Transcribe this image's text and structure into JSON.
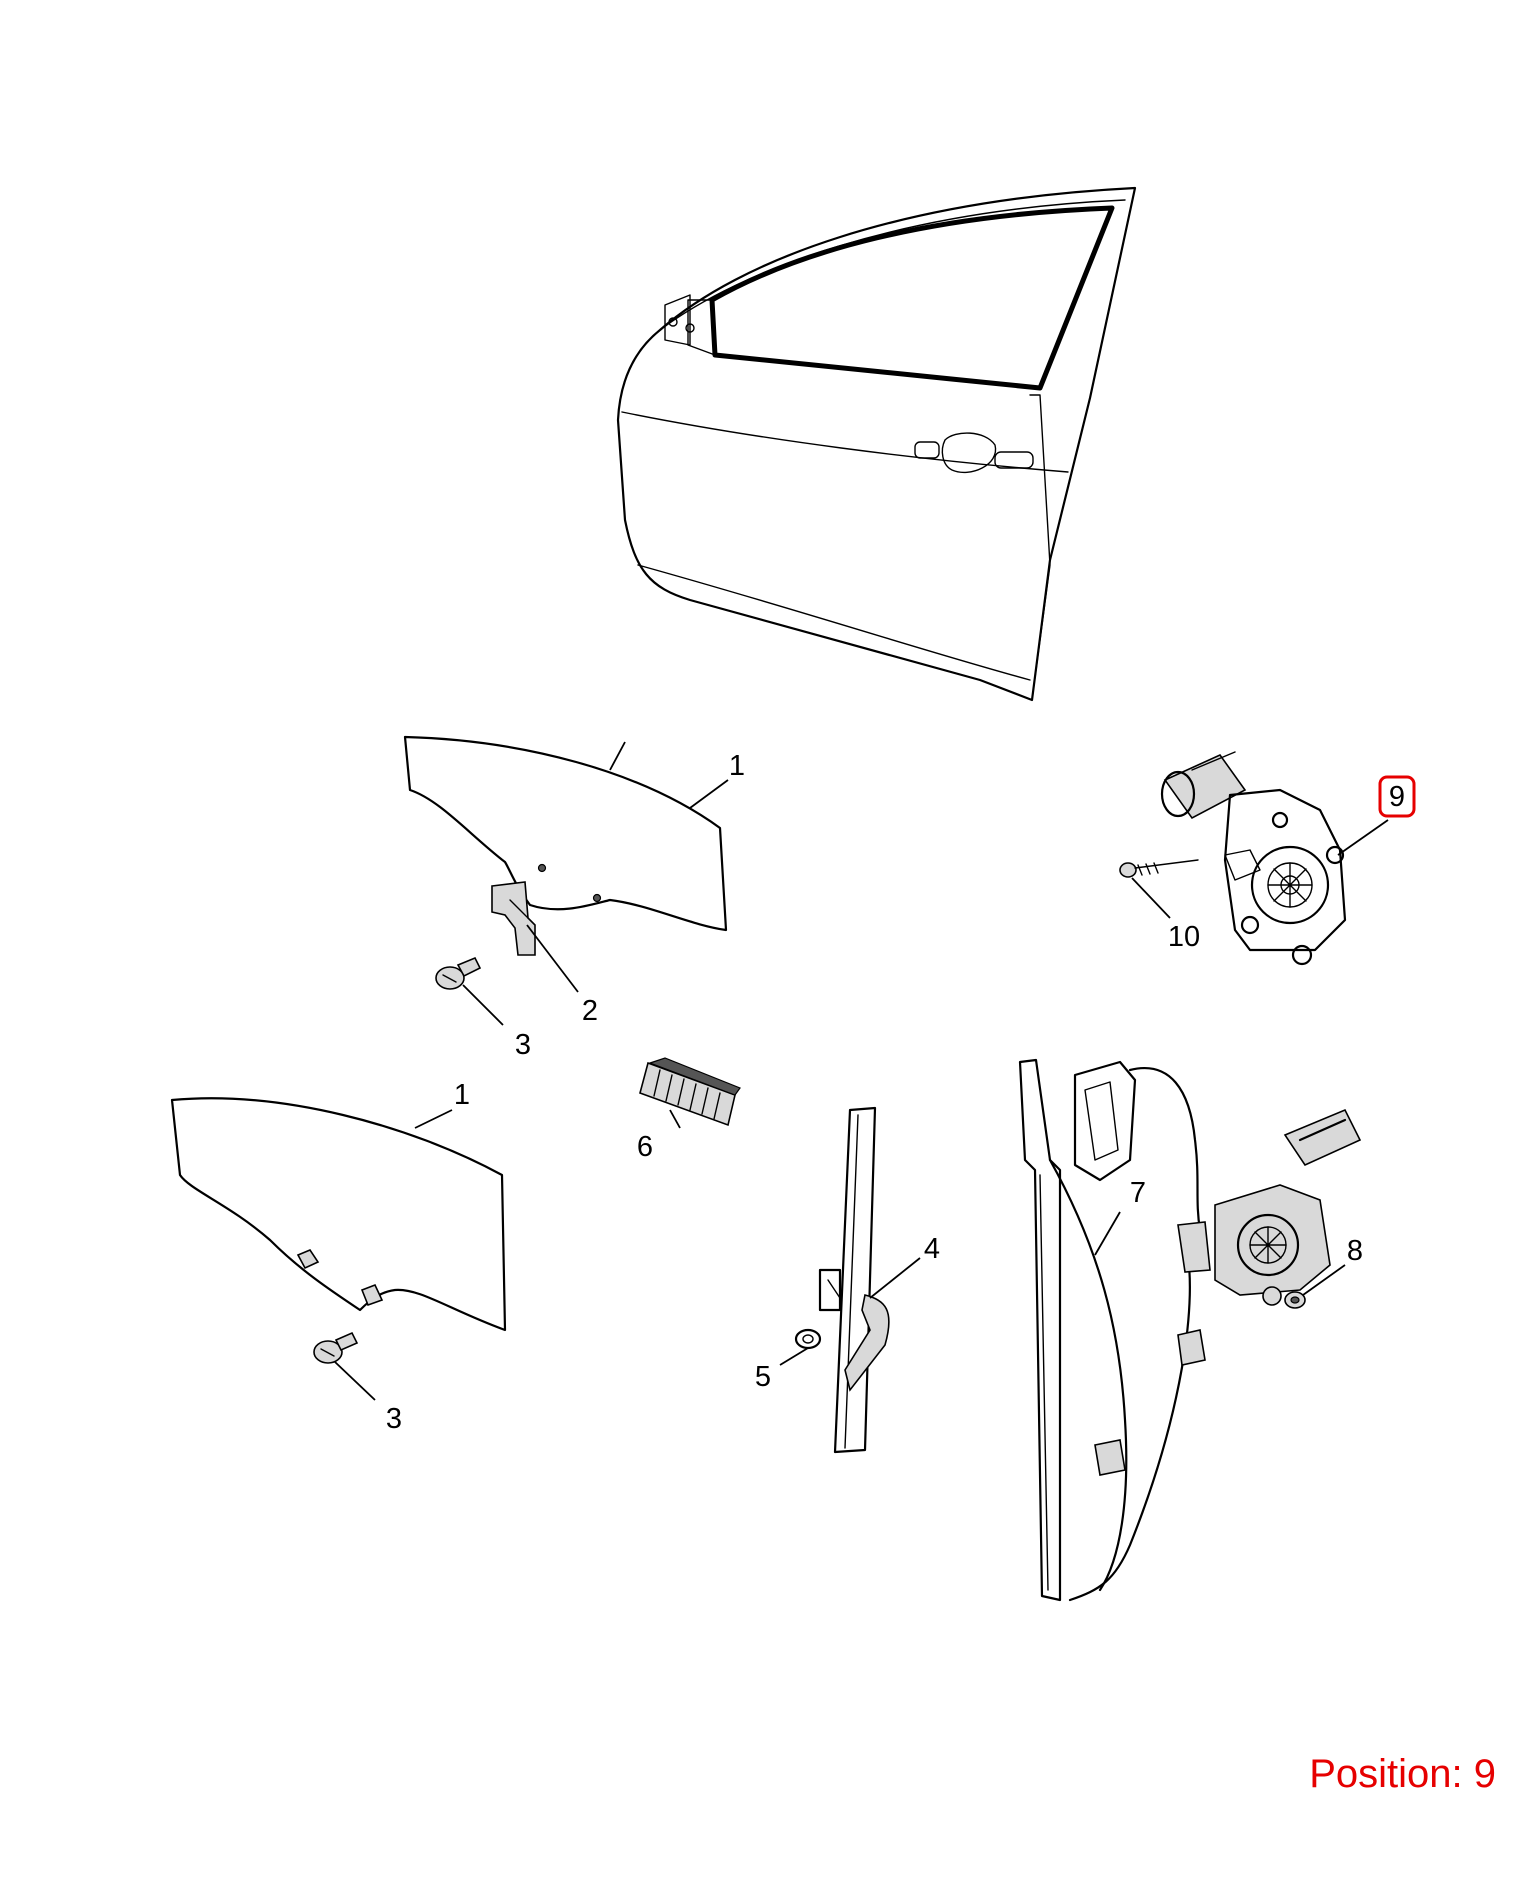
{
  "callouts": [
    {
      "id": "1a",
      "label": "1"
    },
    {
      "id": "1b",
      "label": "1"
    },
    {
      "id": "2",
      "label": "2"
    },
    {
      "id": "3a",
      "label": "3"
    },
    {
      "id": "3b",
      "label": "3"
    },
    {
      "id": "4",
      "label": "4"
    },
    {
      "id": "5",
      "label": "5"
    },
    {
      "id": "6",
      "label": "6"
    },
    {
      "id": "7",
      "label": "7"
    },
    {
      "id": "8",
      "label": "8"
    },
    {
      "id": "9",
      "label": "9"
    },
    {
      "id": "10",
      "label": "10"
    }
  ],
  "highlight": {
    "callout": "9",
    "color": "#e60000"
  },
  "position_label": "Position: 9"
}
